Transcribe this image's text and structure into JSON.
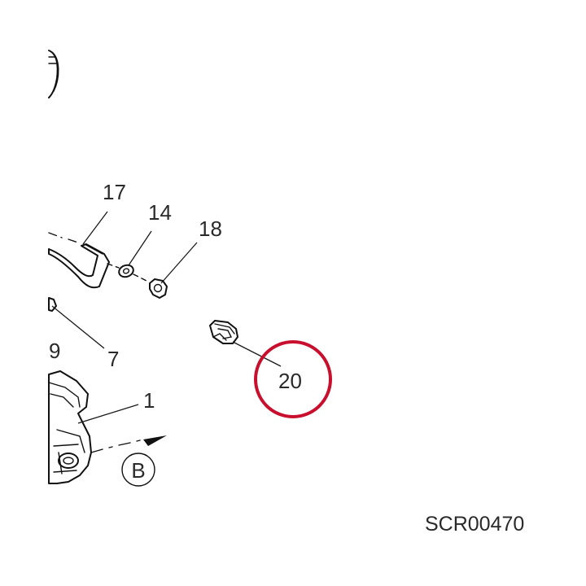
{
  "callouts": {
    "c17": "17",
    "c14": "14",
    "c18": "18",
    "c20": "20",
    "c9": "9",
    "c7": "7",
    "c1": "1",
    "cB": "B"
  },
  "diagram_code": "SCR00470",
  "highlight": {
    "target": "20",
    "color": "#c8102e"
  },
  "icons": {
    "view_arrow": "arrow-right-icon"
  }
}
